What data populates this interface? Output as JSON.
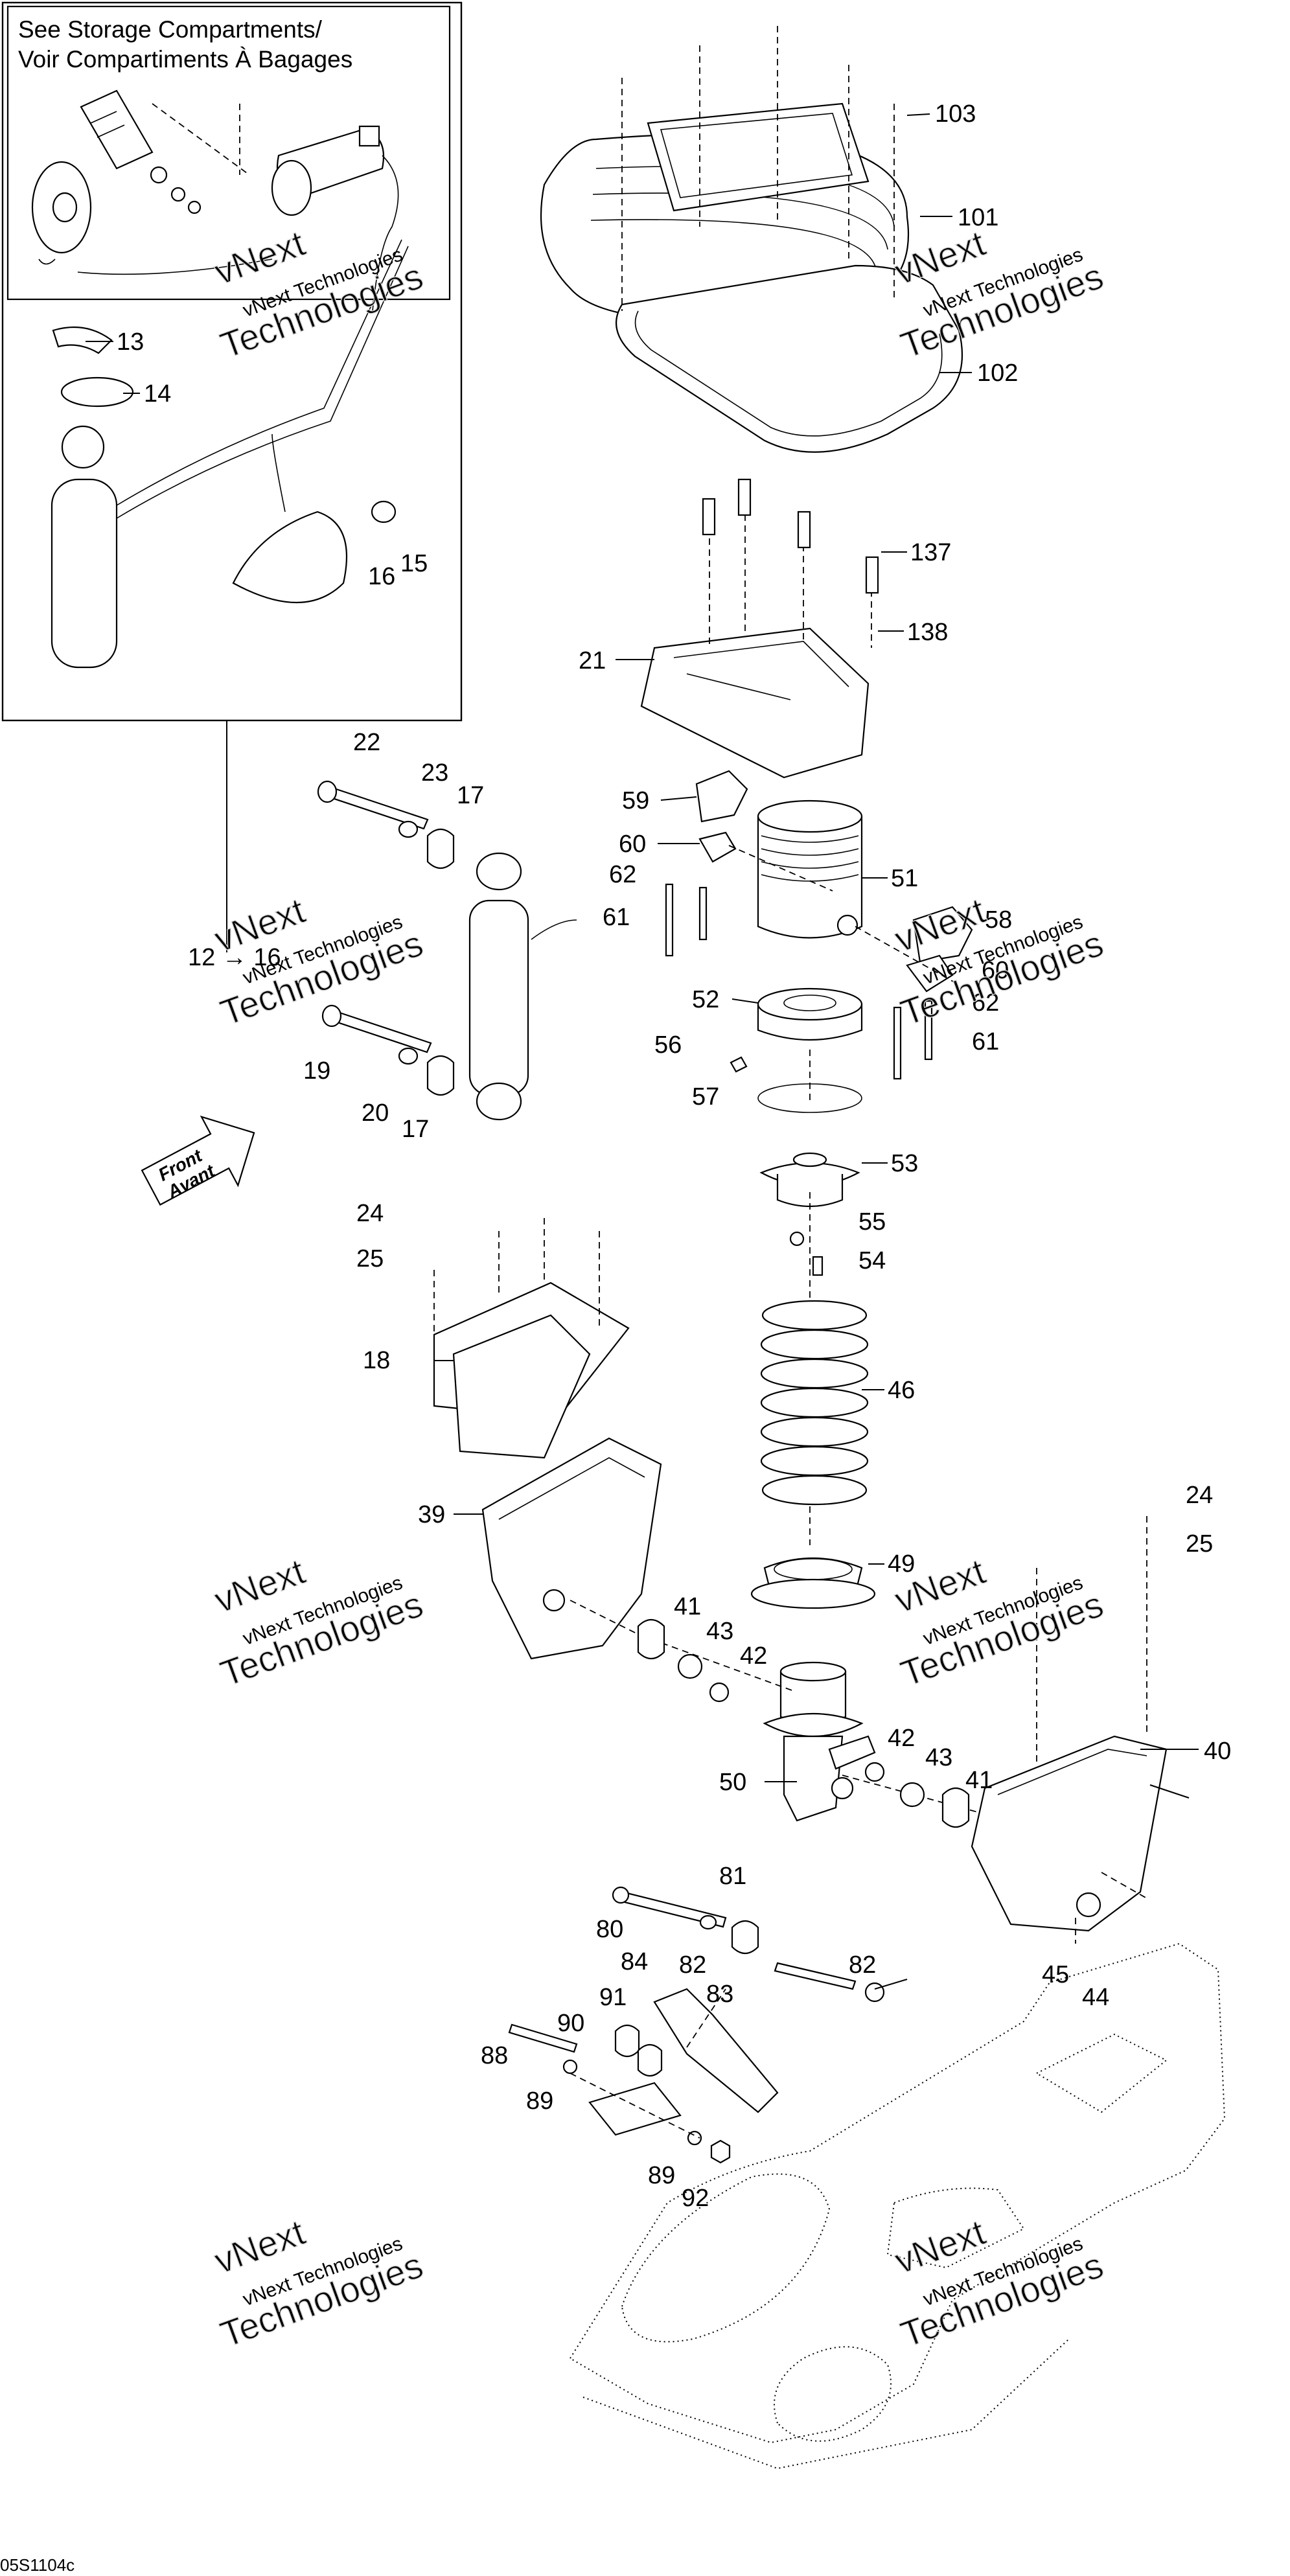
{
  "inset": {
    "note_line1": "See Storage Compartments/",
    "note_line2": "Voir Compartiments À Bagages"
  },
  "front_arrow": {
    "line1": "Front",
    "line2": "Avant"
  },
  "watermark": {
    "brand": "vNext",
    "company": "vNext Technologies",
    "tech": "Technologies"
  },
  "drawing_code": "05S1104c",
  "callouts": [
    "103",
    "101",
    "102",
    "137",
    "138",
    "21",
    "59",
    "60",
    "62",
    "61",
    "51",
    "58",
    "60",
    "62",
    "61",
    "52",
    "56",
    "57",
    "53",
    "55",
    "54",
    "46",
    "49",
    "22",
    "23",
    "17",
    "12 → 16",
    "19",
    "20",
    "17",
    "24",
    "25",
    "18",
    "39",
    "41",
    "43",
    "42",
    "50",
    "42",
    "43",
    "41",
    "24",
    "25",
    "40",
    "45",
    "44",
    "81",
    "80",
    "82",
    "84",
    "83",
    "82",
    "91",
    "90",
    "88",
    "89",
    "89",
    "92",
    "13",
    "14",
    "16",
    "15"
  ]
}
